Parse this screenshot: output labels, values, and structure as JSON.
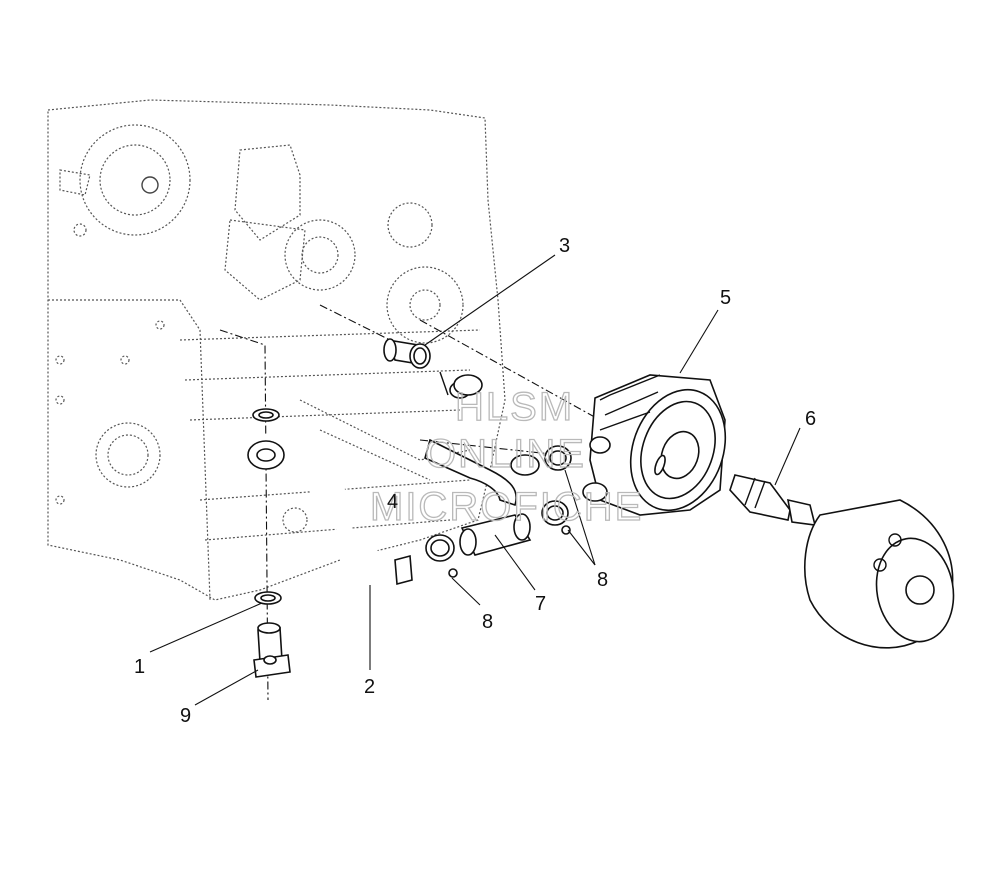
{
  "diagram": {
    "callouts": [
      "1",
      "2",
      "3",
      "4",
      "5",
      "6",
      "7",
      "8",
      "8",
      "9"
    ],
    "watermark": [
      "HLSM",
      "ONLINE",
      "MICROFICHE"
    ]
  }
}
